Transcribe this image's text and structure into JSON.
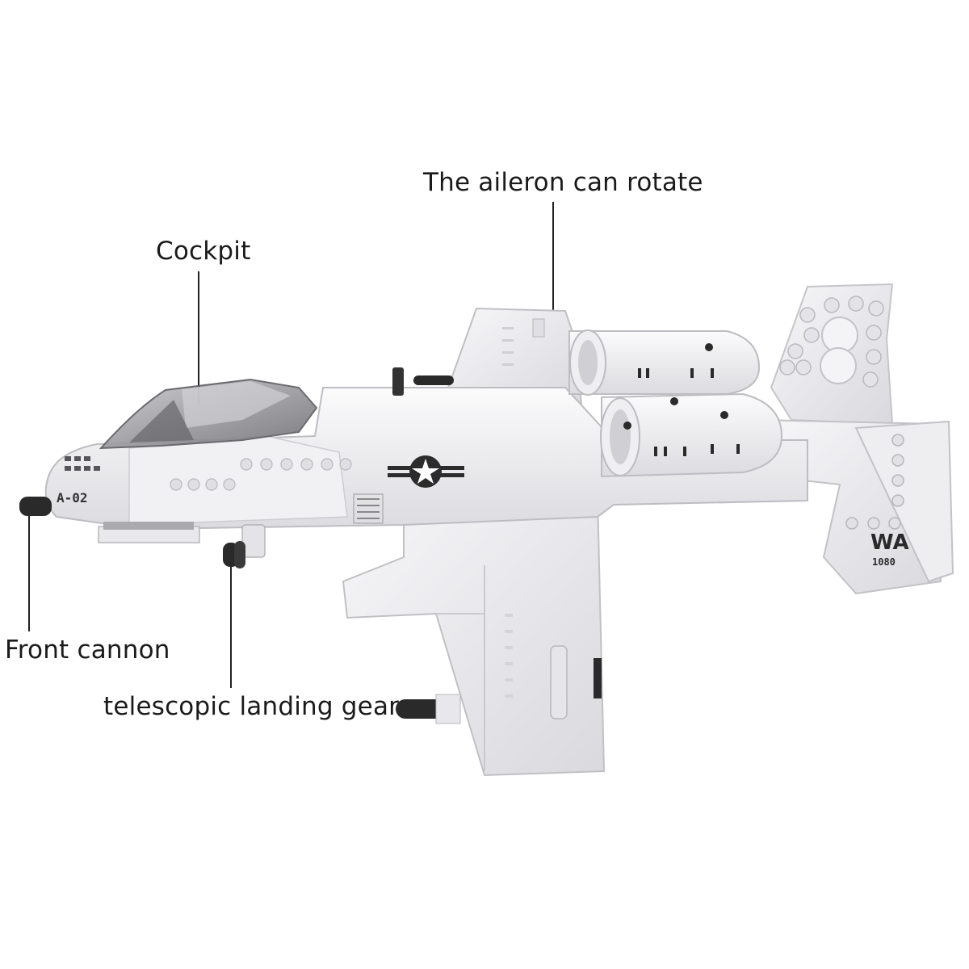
{
  "callouts": {
    "aileron": "The aileron can rotate",
    "cockpit": "Cockpit",
    "front_cannon": "Front cannon",
    "landing_gear": "telescopic landing gear"
  },
  "aircraft_markings": {
    "nose_code": "A-02",
    "tail_code": "WA",
    "tail_number": "1080"
  },
  "colors": {
    "background": "#ffffff",
    "brick_white": "#f2f2f4",
    "brick_shadow": "#d6d6da",
    "canopy": "#8d8d92",
    "label_text": "#1a1a1a",
    "dark_parts": "#2a2a2a"
  }
}
